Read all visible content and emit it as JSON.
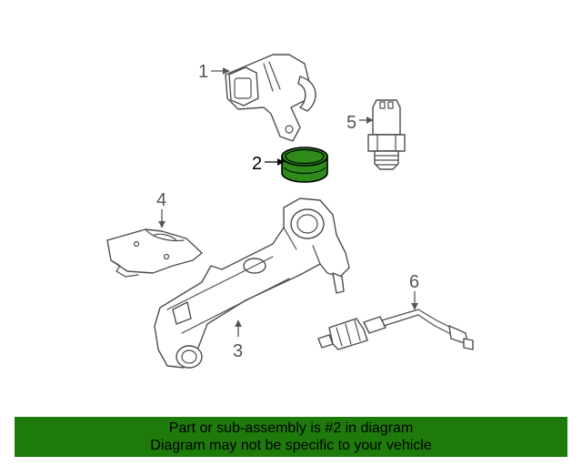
{
  "callouts": {
    "c1": "1",
    "c2": "2",
    "c3": "3",
    "c4": "4",
    "c5": "5",
    "c6": "6"
  },
  "highlight_color": "#2e8b1a",
  "banner": {
    "line1": "Part or sub-assembly is #2 in diagram",
    "line2": "Diagram may not be specific to your vehicle",
    "color": "#1f7a0c"
  }
}
